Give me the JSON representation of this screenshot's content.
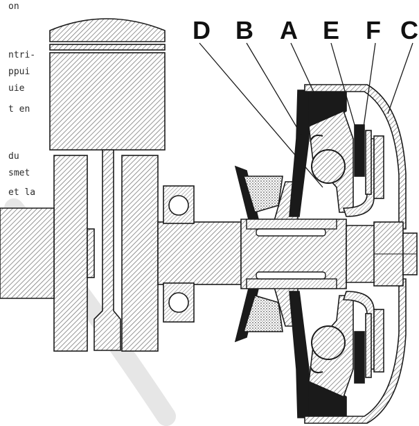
{
  "text_fragments": [
    "on",
    "ntri-",
    "ppui",
    "uie",
    "t en",
    "du",
    "smet",
    "et la"
  ],
  "callout_letters": [
    "D",
    "B",
    "A",
    "E",
    "F",
    "C"
  ],
  "colors": {
    "ink": "#1a1a1a",
    "hatch": "#7a7a7a",
    "paper": "#ffffff",
    "watermark": "#e6e6e6"
  }
}
